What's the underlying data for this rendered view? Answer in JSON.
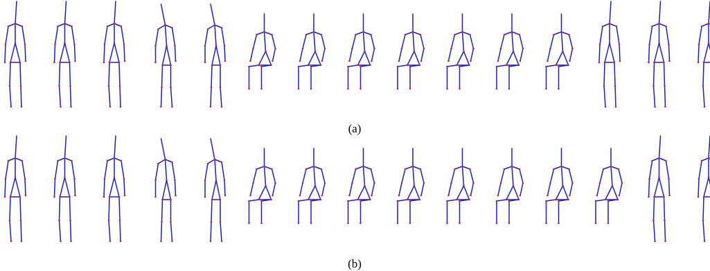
{
  "figure": {
    "caption_a": "(a)",
    "caption_b": "(b)",
    "bone_color": "#1a1adc",
    "joint_color": "#cc1f1f",
    "background": "#ffffff"
  },
  "sequences": [
    {
      "id": "a",
      "poses": [
        "stand",
        "stand",
        "stand",
        "lean",
        "lean",
        "sit",
        "sit",
        "sit",
        "sit",
        "sit",
        "sit",
        "sit",
        "stand",
        "stand",
        "stand"
      ]
    },
    {
      "id": "b",
      "poses": [
        "stand",
        "stand",
        "stand",
        "lean",
        "lean",
        "sit",
        "sit",
        "sit",
        "sit",
        "sit",
        "sit",
        "sit",
        "sit",
        "stand",
        "stand"
      ]
    }
  ]
}
